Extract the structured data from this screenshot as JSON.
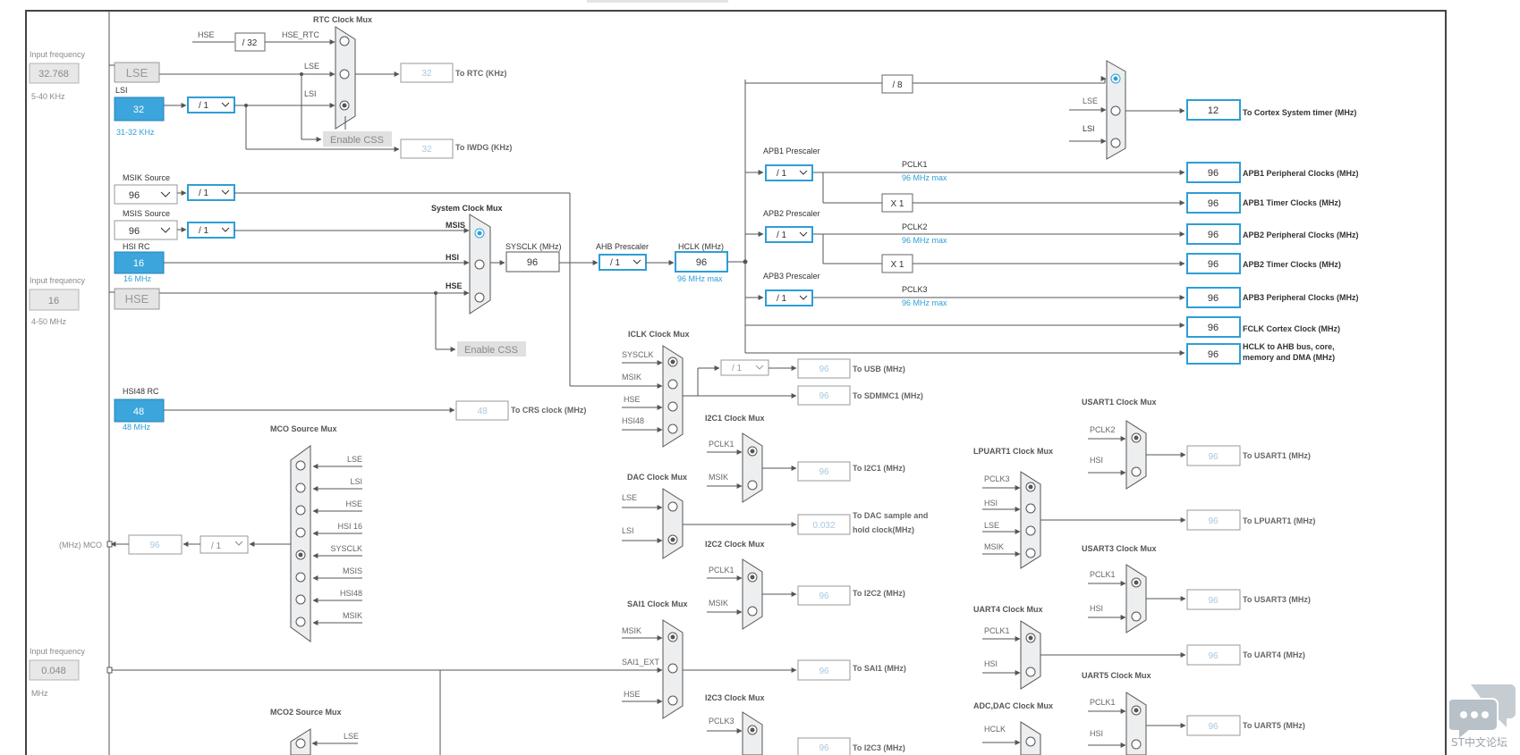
{
  "rtc_section": {
    "input_frequency_label": "Input frequency",
    "lse_input": "32.768",
    "lse_range": "5-40 KHz",
    "lse_block": "LSE",
    "lsi_label": "LSI",
    "lsi_value": "32",
    "lsi_range": "31-32 KHz",
    "lsi_divider": "/ 1",
    "hse_label": "HSE",
    "hse_div32": "/ 32",
    "hse_rtc_label": "HSE_RTC",
    "rtc_mux_title": "RTC Clock Mux",
    "rtc_mux_lse": "LSE",
    "rtc_mux_lsi": "LSI",
    "rtc_output": "32",
    "rtc_output_label": "To RTC (KHz)",
    "enable_css": "Enable CSS",
    "iwdg_output": "32",
    "iwdg_output_label": "To IWDG (KHz)"
  },
  "system_section": {
    "msik_source_label": "MSIK Source",
    "msik_value": "96",
    "msik_divider": "/ 1",
    "msis_source_label": "MSIS Source",
    "msis_value": "96",
    "msis_divider": "/ 1",
    "hsi_rc_label": "HSI RC",
    "hsi_value": "16",
    "hsi_range": "16 MHz",
    "hse_input_label": "Input frequency",
    "hse_input": "16",
    "hse_range": "4-50 MHz",
    "hse_block": "HSE",
    "sys_mux_title": "System Clock Mux",
    "sys_mux_msis": "MSIS",
    "sys_mux_hsi": "HSI",
    "sys_mux_hse": "HSE",
    "enable_css": "Enable CSS",
    "sysclk_label": "SYSCLK (MHz)",
    "sysclk_value": "96",
    "ahb_label": "AHB Prescaler",
    "ahb_divider": "/ 1",
    "hclk_label": "HCLK (MHz)",
    "hclk_value": "96",
    "hclk_max": "96 MHz max"
  },
  "apb_section": {
    "div8": "/ 8",
    "systick_lse": "LSE",
    "systick_lsi": "LSI",
    "cortex_timer_value": "12",
    "cortex_timer_label": "To Cortex System timer (MHz)",
    "apb1_label": "APB1 Prescaler",
    "apb1_divider": "/ 1",
    "pclk1": "PCLK1",
    "pclk1_max": "96 MHz max",
    "apb1_periph_value": "96",
    "apb1_periph_label": "APB1 Peripheral Clocks (MHz)",
    "x1_a": "X 1",
    "apb1_timer_value": "96",
    "apb1_timer_label": "APB1 Timer Clocks (MHz)",
    "apb2_label": "APB2 Prescaler",
    "apb2_divider": "/ 1",
    "pclk2": "PCLK2",
    "pclk2_max": "96 MHz max",
    "apb2_periph_value": "96",
    "apb2_periph_label": "APB2 Peripheral Clocks (MHz)",
    "x1_b": "X 1",
    "apb2_timer_value": "96",
    "apb2_timer_label": "APB2 Timer Clocks (MHz)",
    "apb3_label": "APB3 Prescaler",
    "apb3_divider": "/ 1",
    "pclk3": "PCLK3",
    "pclk3_max": "96 MHz max",
    "apb3_periph_value": "96",
    "apb3_periph_label": "APB3 Peripheral Clocks (MHz)",
    "fclk_value": "96",
    "fclk_label": "FCLK Cortex Clock (MHz)",
    "hclk_ahb_value": "96",
    "hclk_ahb_label_1": "HCLK to AHB bus, core,",
    "hclk_ahb_label_2": "memory and DMA (MHz)"
  },
  "iclk_section": {
    "title": "ICLK Clock Mux",
    "in_sysclk": "SYSCLK",
    "in_msik": "MSIK",
    "in_hse": "HSE",
    "in_hsi48": "HSI48",
    "usb_divider": "/ 1",
    "usb_value": "96",
    "usb_label": "To USB (MHz)",
    "sdmmc_value": "96",
    "sdmmc_label": "To SDMMC1 (MHz)"
  },
  "hsi48_section": {
    "label": "HSI48 RC",
    "value": "48",
    "range": "48 MHz",
    "crs_value": "48",
    "crs_label": "To CRS clock (MHz)"
  },
  "mco_section": {
    "title": "MCO Source Mux",
    "inputs": [
      "LSE",
      "LSI",
      "HSE",
      "HSI 16",
      "SYSCLK",
      "MSIS",
      "HSI48",
      "MSIK"
    ],
    "divider": "/ 1",
    "value": "96",
    "output_label": "(MHz) MCO"
  },
  "i2c1_section": {
    "title": "I2C1 Clock Mux",
    "in1": "PCLK1",
    "in2": "MSIK",
    "value": "96",
    "label": "To I2C1 (MHz)"
  },
  "dac_section": {
    "title": "DAC Clock Mux",
    "in1": "LSE",
    "in2": "LSI",
    "value": "0.032",
    "label_1": "To DAC sample and",
    "label_2": "hold clock(MHz)"
  },
  "i2c2_section": {
    "title": "I2C2 Clock Mux",
    "in1": "PCLK1",
    "in2": "MSIK",
    "value": "96",
    "label": "To I2C2 (MHz)"
  },
  "sai1_section": {
    "title": "SAI1 Clock Mux",
    "in1": "MSIK",
    "in2": "SAI1_EXT",
    "in3": "HSE",
    "value": "96",
    "label": "To SAI1 (MHz)",
    "input_frequency_label": "Input frequency",
    "ext_input": "0.048",
    "ext_unit": "MHz"
  },
  "i2c3_section": {
    "title": "I2C3 Clock Mux",
    "in1": "PCLK3",
    "value": "96",
    "label": "To I2C3 (MHz)"
  },
  "mco2_section": {
    "title": "MCO2 Source Mux",
    "in1": "LSE"
  },
  "usart1_section": {
    "title": "USART1 Clock Mux",
    "in1": "PCLK2",
    "in2": "HSI",
    "value": "96",
    "label": "To USART1 (MHz)"
  },
  "lpuart1_section": {
    "title": "LPUART1 Clock Mux",
    "in1": "PCLK3",
    "in2": "HSI",
    "in3": "LSE",
    "in4": "MSIK",
    "value": "96",
    "label": "To LPUART1 (MHz)"
  },
  "usart3_section": {
    "title": "USART3 Clock Mux",
    "in1": "PCLK1",
    "in2": "HSI",
    "value": "96",
    "label": "To USART3 (MHz)"
  },
  "uart4_section": {
    "title": "UART4 Clock Mux",
    "in1": "PCLK1",
    "in2": "HSI",
    "value": "96",
    "label": "To UART4 (MHz)"
  },
  "uart5_section": {
    "title": "UART5 Clock Mux",
    "in1": "PCLK1",
    "in2": "HSI",
    "value": "96",
    "label": "To UART5 (MHz)"
  },
  "adc_section": {
    "title": "ADC,DAC Clock Mux",
    "in1": "HCLK"
  },
  "watermark": {
    "text": "ST中文论坛",
    "icon": "chat-bubbles-icon"
  },
  "colors": {
    "accent": "#2e9ed6",
    "accent_fill": "#3ba5dc",
    "line": "#555555",
    "gray_fill": "#e4e4e4",
    "faded": "#a8c8e0"
  }
}
